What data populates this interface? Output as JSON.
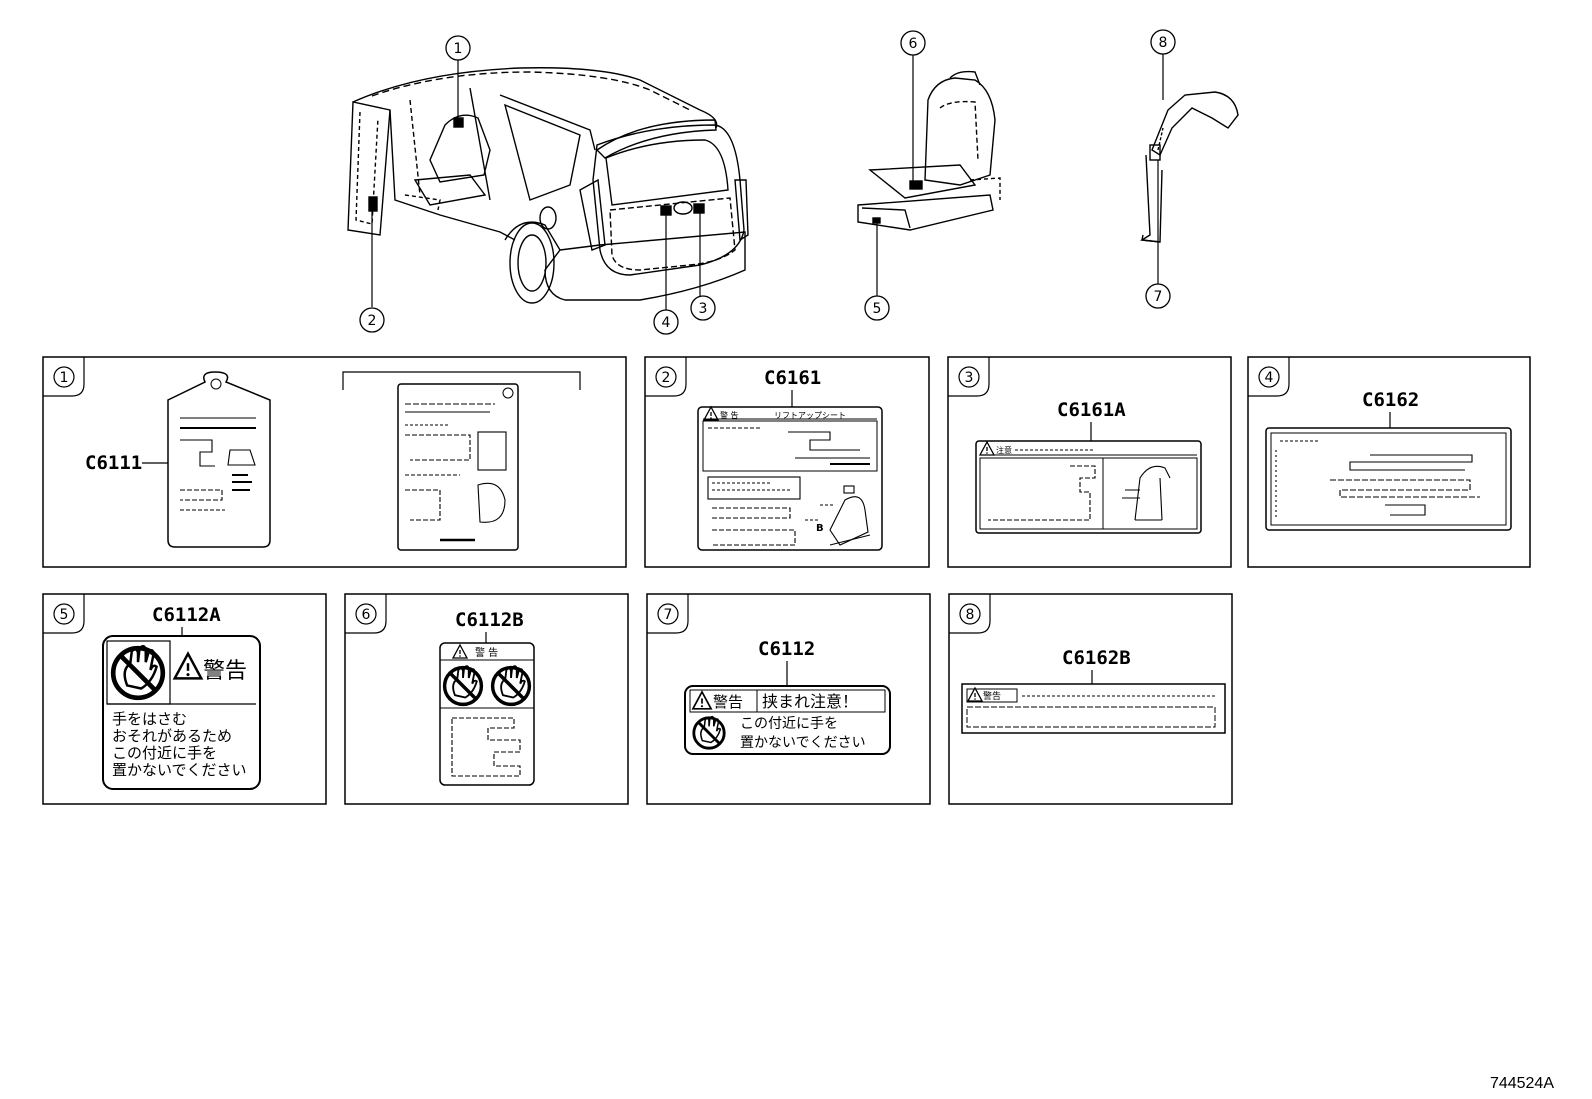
{
  "figure_id": "744524A",
  "callouts": [
    "1",
    "2",
    "3",
    "4",
    "5",
    "6",
    "7",
    "8"
  ],
  "panels": [
    {
      "num": "1",
      "codes": [
        "C6111"
      ]
    },
    {
      "num": "2",
      "codes": [
        "C6161"
      ],
      "warning_title": "警 告",
      "subtitle": "リフトアップシート",
      "letter": "B"
    },
    {
      "num": "3",
      "codes": [
        "C6161A"
      ],
      "caution_title": "注意"
    },
    {
      "num": "4",
      "codes": [
        "C6162"
      ]
    },
    {
      "num": "5",
      "codes": [
        "C6112A"
      ],
      "warning_title": "警告",
      "lines": [
        "手をはさむ",
        "おそれがあるため",
        "この付近に手を",
        "置かないでください"
      ]
    },
    {
      "num": "6",
      "codes": [
        "C6112B"
      ],
      "warning_title": "警  告"
    },
    {
      "num": "7",
      "codes": [
        "C6112"
      ],
      "warning_title": "警告",
      "heading": "挟まれ注意！",
      "lines": [
        "この付近に手を",
        "置かないでください"
      ]
    },
    {
      "num": "8",
      "codes": [
        "C6162B"
      ],
      "warning_title": "警告"
    }
  ]
}
